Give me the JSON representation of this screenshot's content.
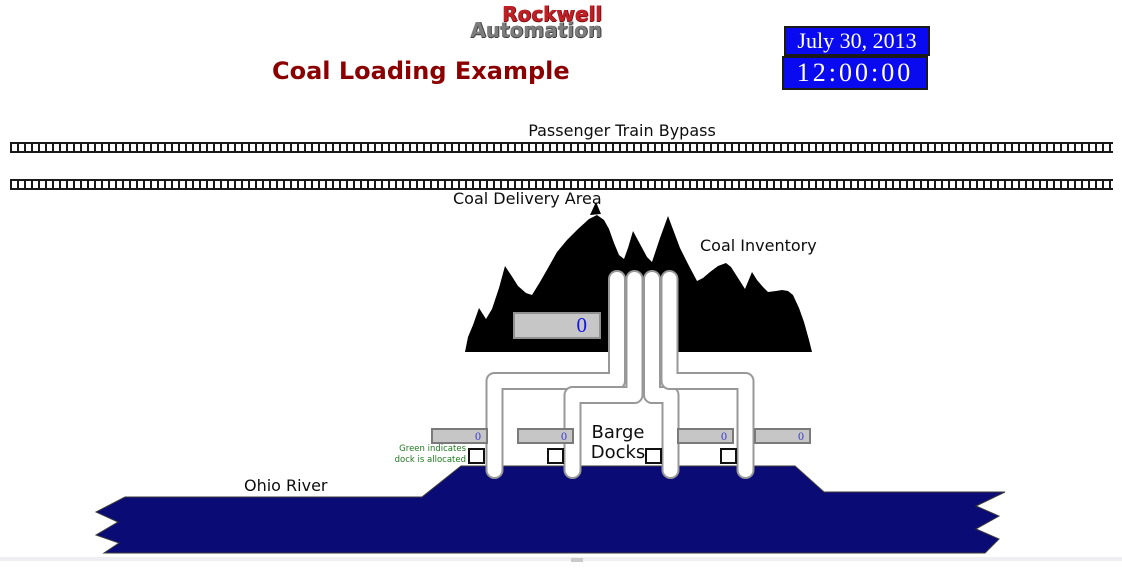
{
  "brand": {
    "word1": "Rockwell",
    "word2": "Automation",
    "word1_color": "#bf2026",
    "word2_color": "#7d7d7d"
  },
  "page_title": {
    "text": "Coal Loading Example",
    "color": "#8b0000"
  },
  "clock": {
    "date": "July 30, 2013",
    "time": "12:00:00",
    "bg_color": "#0a0af0",
    "text_color": "#ffffff"
  },
  "railway": {
    "bypass_label": "Passenger Train Bypass",
    "delivery_label": "Coal Delivery Area"
  },
  "inventory": {
    "label": "Coal Inventory",
    "value": "0",
    "value_color": "#1414e6"
  },
  "barge_docks": {
    "label_line1": "Barge",
    "label_line2": "Docks",
    "legend_line1": "Green indicates",
    "legend_line2": "dock is allocated",
    "legend_color": "#1f7a1f",
    "docks": [
      {
        "value": "0",
        "allocated": false
      },
      {
        "value": "0",
        "allocated": false
      },
      {
        "value": "0",
        "allocated": false
      },
      {
        "value": "0",
        "allocated": false
      }
    ]
  },
  "river": {
    "label": "Ohio River",
    "color": "#0b0b76"
  }
}
